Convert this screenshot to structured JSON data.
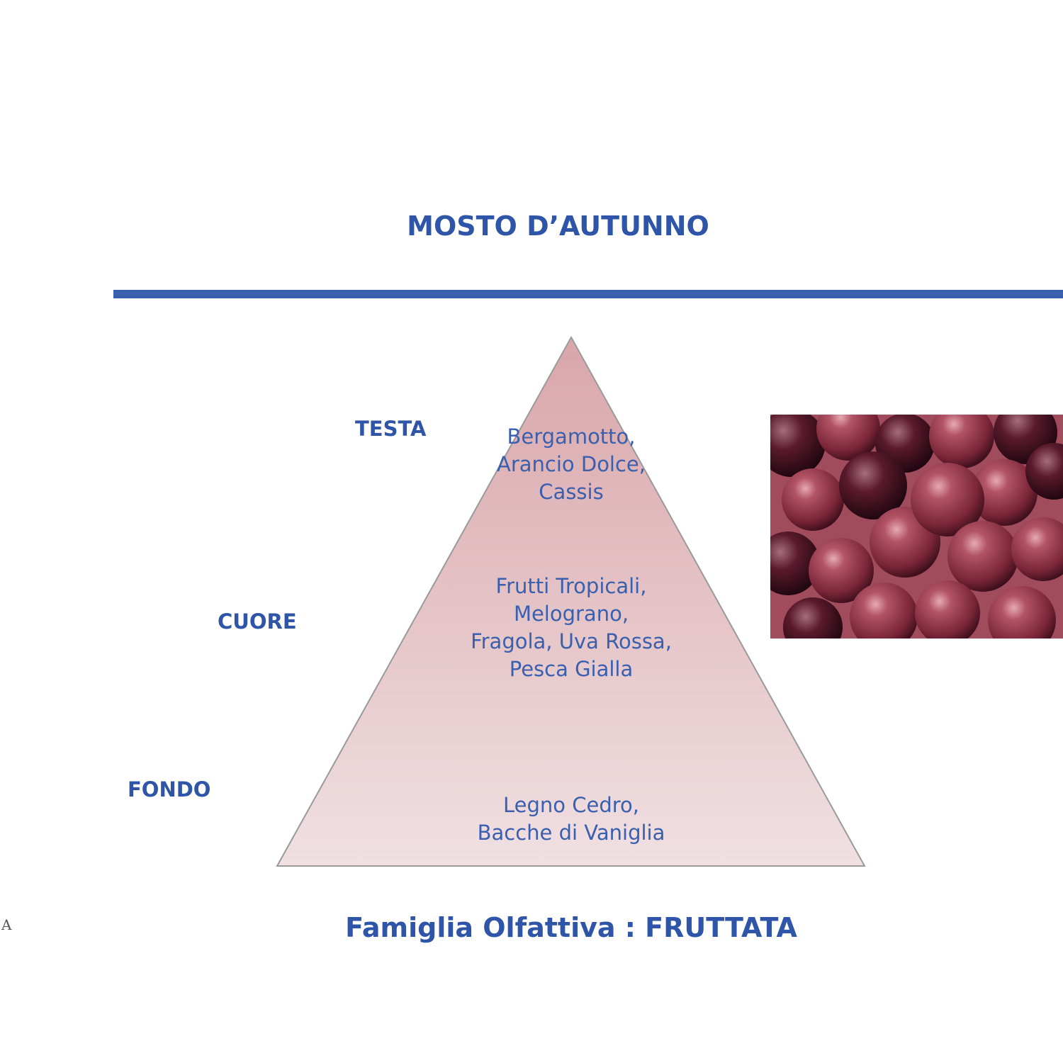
{
  "title": "MOSTO D’AUTUNNO",
  "pyramid": {
    "levels": [
      {
        "label": "TESTA",
        "notes": "Bergamotto,\nArancio Dolce,\nCassis"
      },
      {
        "label": "CUORE",
        "notes": "Frutti Tropicali,\nMelograno,\nFragola, Uva Rossa,\nPesca Gialla"
      },
      {
        "label": "FONDO",
        "notes": "Legno Cedro,\nBacche di Vaniglia"
      }
    ],
    "colors": {
      "top": "#d9a6aa",
      "bottom": "#f0e0e2",
      "edge": "#9a9a9a"
    }
  },
  "photo": {
    "subject": "red grapes cluster"
  },
  "footer": "Famiglia Olfattiva : FRUTTATA",
  "edge_mark": "A",
  "colors": {
    "accent": "#2f55a8",
    "rule": "#3a5fae",
    "notes_text": "#3a5fae"
  }
}
